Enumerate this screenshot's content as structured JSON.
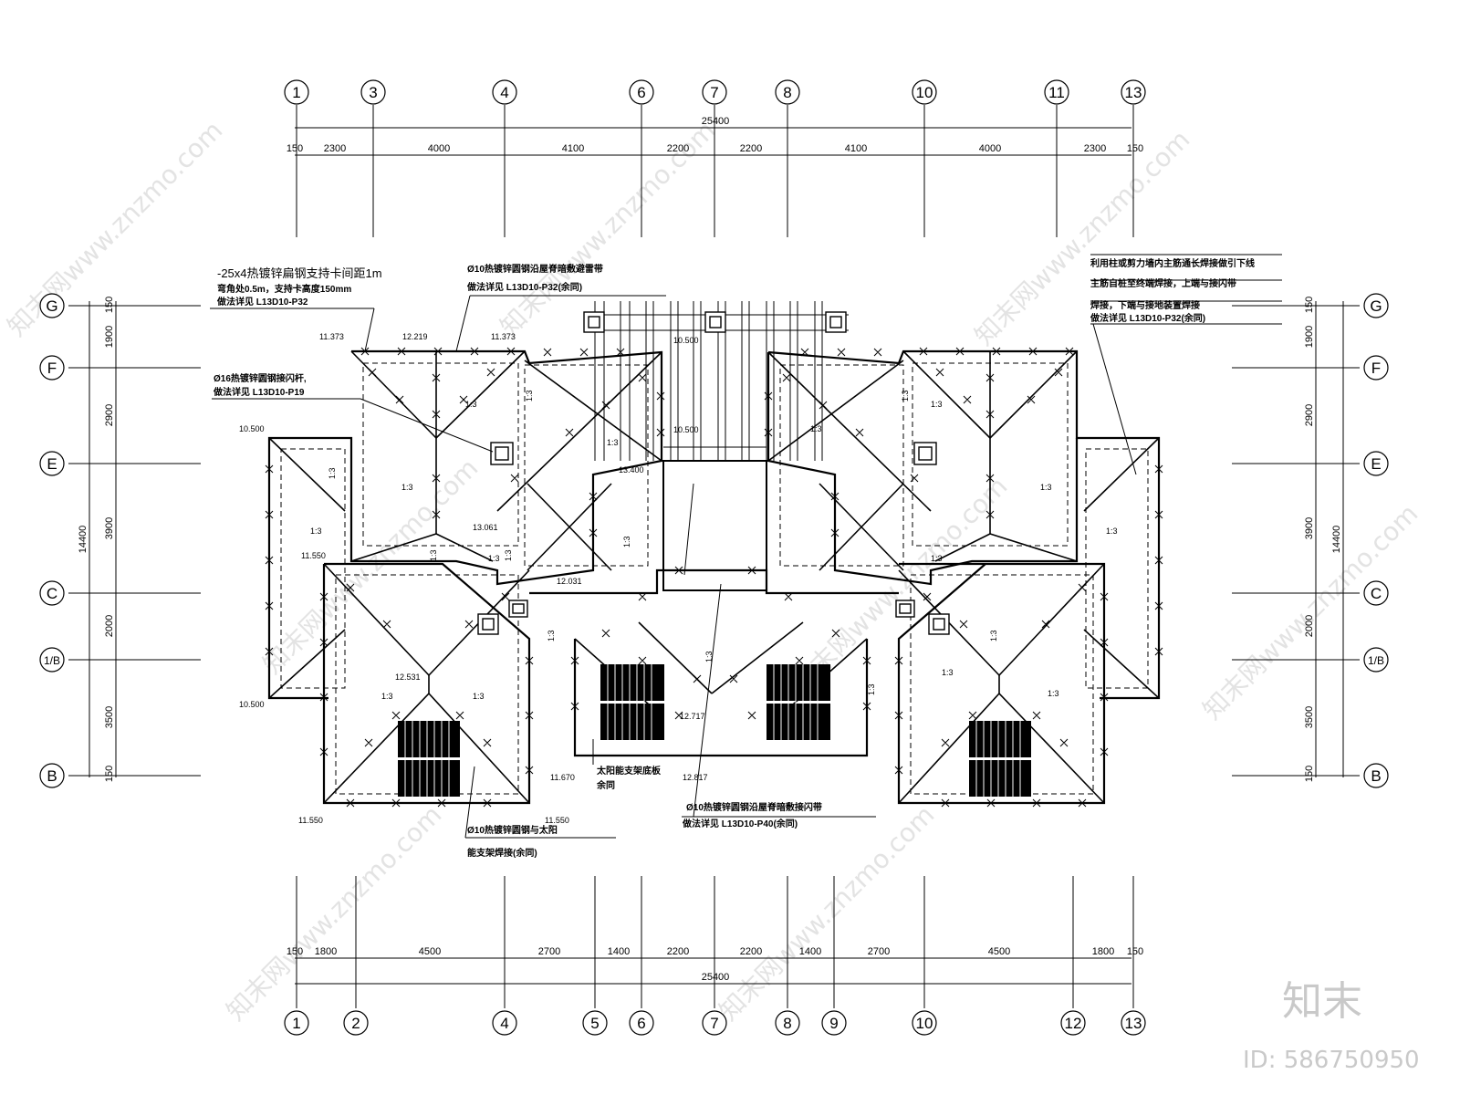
{
  "axes_top": [
    "1",
    "3",
    "4",
    "6",
    "7",
    "8",
    "10",
    "11",
    "13"
  ],
  "axes_bottom": [
    "1",
    "2",
    "4",
    "5",
    "6",
    "7",
    "8",
    "9",
    "10",
    "12",
    "13"
  ],
  "axes_left": [
    "G",
    "F",
    "E",
    "C",
    "1/B",
    "B"
  ],
  "axes_right": [
    "G",
    "F",
    "E",
    "C",
    "1/B",
    "B"
  ],
  "dims_top": [
    "150",
    "2300",
    "4000",
    "4100",
    "2200",
    "2200",
    "4100",
    "4000",
    "2300",
    "150"
  ],
  "dims_top_total": "25400",
  "dims_bottom": [
    "150",
    "1800",
    "4500",
    "2700",
    "1400",
    "2200",
    "2200",
    "1400",
    "2700",
    "4500",
    "1800",
    "150"
  ],
  "dims_bottom_total": "25400",
  "dims_left": [
    "150",
    "1900",
    "2900",
    "3900",
    "2000",
    "3500",
    "150"
  ],
  "dims_left_total": "14400",
  "dims_right": [
    "150",
    "1900",
    "2900",
    "3900",
    "2000",
    "3500",
    "150"
  ],
  "dims_right_total": "14400",
  "notes": {
    "n1_line1": "-25x4热镀锌扁钢支持卡间距1m",
    "n1_line2": "弯角处0.5m，支持卡高度150mm",
    "n1_line3": "做法详见 L13D10-P32",
    "n2_line1": "Ø10热镀锌圆钢沿屋脊暗敷避雷带",
    "n2_line2": "做法详见 L13D10-P32(余同)",
    "n3_line1": "Ø16热镀锌圆钢接闪杆,",
    "n3_line2": "做法详见 L13D10-P19",
    "n4_line1": "利用柱或剪力墙内主筋通长焊接做引下线",
    "n4_line2": "主筋自桩至终端焊接，上端与接闪带",
    "n4_line3": "焊接，下端与接地装置焊接",
    "n4_line4": "做法详见 L13D10-P32(余同)",
    "n5_line1": "太阳能支架底板",
    "n5_line2": "余同",
    "n6_line1": "Ø10热镀锌圆钢沿屋脊暗敷接闪带",
    "n6_line2": "做法详见 L13D10-P40(余同)",
    "n7_line1": "Ø10热镀锌圆钢与太阳",
    "n7_line2": "能支架焊接(余同)"
  },
  "elevations": [
    "11.373",
    "12.219",
    "11.373",
    "10.500",
    "10.500",
    "10.500",
    "13.400",
    "13.061",
    "11.550",
    "12.031",
    "12.531",
    "10.500",
    "12.717",
    "11.670",
    "12.817",
    "11.550",
    "11.550"
  ],
  "slopes": [
    "1:3",
    "1:3",
    "1:3",
    "1:3",
    "1:3",
    "1:3",
    "1:3",
    "1:3",
    "1:3",
    "1:3",
    "1:3",
    "1:3",
    "1:3",
    "1:3",
    "1:3",
    "1:3",
    "1:3",
    "1:3",
    "1:3",
    "1:3",
    "1:3",
    "1:3",
    "1:3",
    "1:3"
  ],
  "watermark": {
    "logo": "知末",
    "id": "ID: 586750950",
    "repeat": "知末网www.znzmo.com"
  }
}
